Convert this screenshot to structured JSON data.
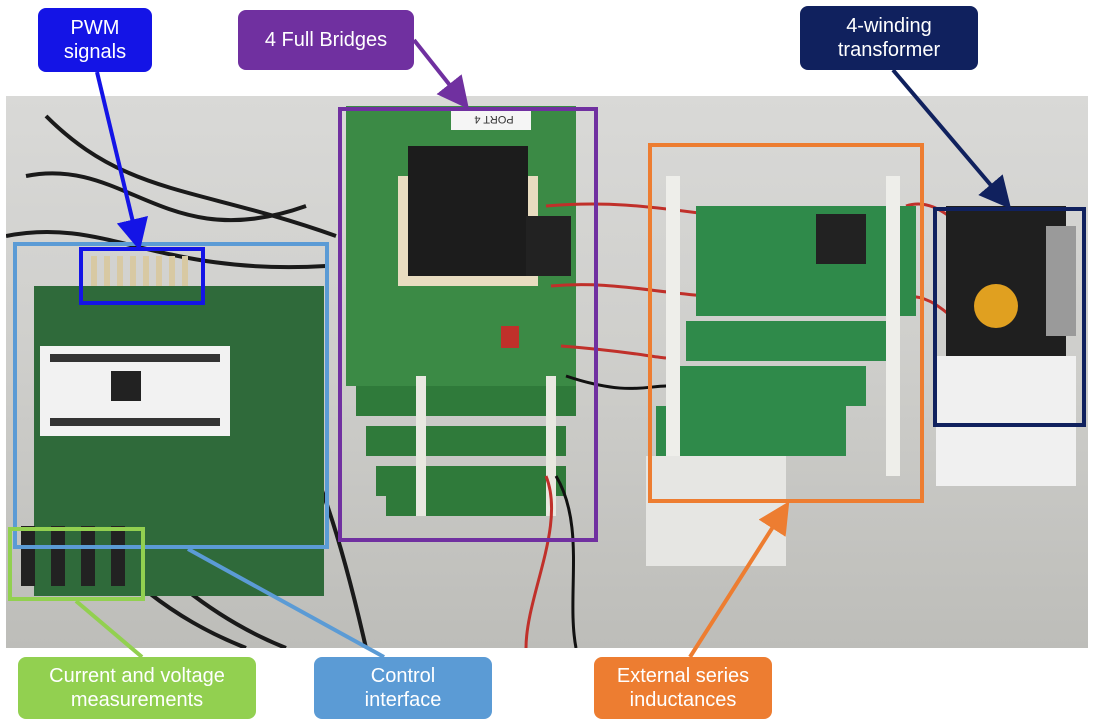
{
  "labels": {
    "pwm": "PWM\nsignals",
    "bridges": "4 Full Bridges",
    "transformer": "4-winding\ntransformer",
    "measurements": "Current and voltage\nmeasurements",
    "control": "Control\ninterface",
    "inductances": "External series\ninductances",
    "port": "PORT 4"
  },
  "colors": {
    "pwm": "#1414e6",
    "bridges": "#7030a0",
    "transformer": "#10215e",
    "measurements": "#92d050",
    "control": "#5b9bd5",
    "inductances": "#ed7d31"
  }
}
